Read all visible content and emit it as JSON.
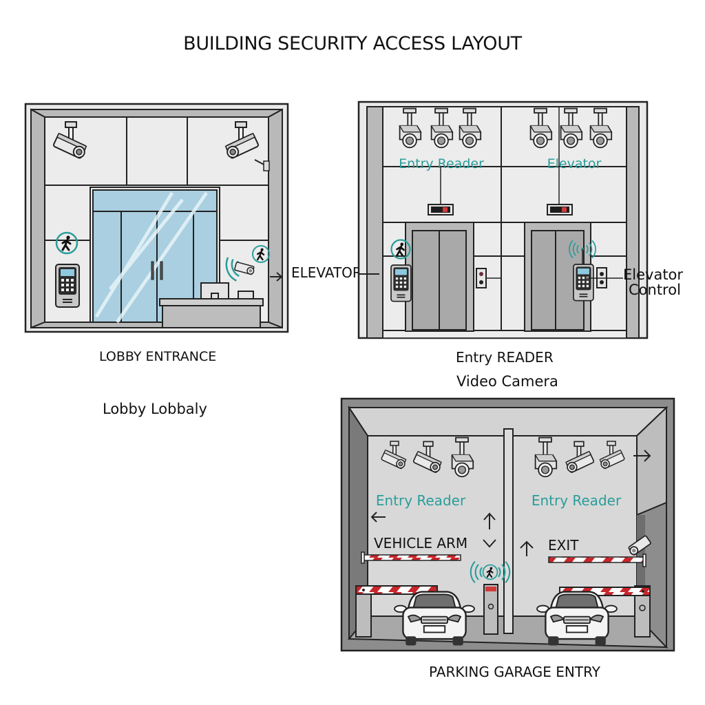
{
  "title": "BUILDING SECURITY ACCESS LAYOUT",
  "colors": {
    "teal_accent": "#2a9d9a",
    "wall_gray": "#e6e6e6",
    "frame_gray": "#b9b9b9",
    "glass_blue": "#a9cfe0",
    "barrier_red": "#c8262b",
    "indicator_red": "#d23a3a",
    "keypad_screen": "#8ec9e0"
  },
  "panels": {
    "lobby": {
      "caption": "LOBBY ENTRANCE",
      "subcaption": "Lobby Lobbaly",
      "side_label": "ELEVATOR",
      "devices": [
        "cctv-camera-icon",
        "cctv-camera-icon",
        "pedestrian-access-icon",
        "keypad-reader-icon",
        "wireless-signal-icon",
        "pedestrian-access-icon",
        "cctv-camera-icon",
        "arrow-right-icon"
      ]
    },
    "elevator": {
      "label_left": "Entry Reader",
      "label_right": "Elevator",
      "caption_line1": "Entry READER",
      "caption_line2": "Video Camera",
      "side_label_line1": "Elevator",
      "side_label_line2": "Control",
      "devices": [
        "dome-camera-icon",
        "dome-camera-icon",
        "dome-camera-icon",
        "dome-camera-icon",
        "dome-camera-icon",
        "dome-camera-icon",
        "floor-indicator-icon",
        "floor-indicator-icon",
        "pedestrian-access-icon",
        "keypad-reader-icon",
        "call-button-icon",
        "wireless-signal-icon",
        "keypad-reader-icon",
        "call-button-icon"
      ]
    },
    "parking": {
      "caption": "PARKING GARAGE ENTRY",
      "label_left": "Entry Reader",
      "label_right": "Entry Reader",
      "vehicle_arm_label": "VEHICLE ARM",
      "exit_label": "EXIT",
      "devices": [
        "cctv-camera-icon",
        "cctv-camera-icon",
        "dome-camera-icon",
        "dome-camera-icon",
        "cctv-camera-icon",
        "cctv-camera-icon",
        "cctv-camera-icon",
        "arrow-left-icon",
        "arrow-up-icon",
        "arrow-down-icon",
        "arrow-up-icon",
        "arrow-right-icon",
        "barrier-arm-icon",
        "barrier-arm-icon",
        "barrier-arm-icon",
        "barrier-arm-icon",
        "car-icon",
        "car-icon",
        "ticket-pillar-icon",
        "wireless-signal-icon",
        "pedestrian-access-icon"
      ]
    }
  }
}
